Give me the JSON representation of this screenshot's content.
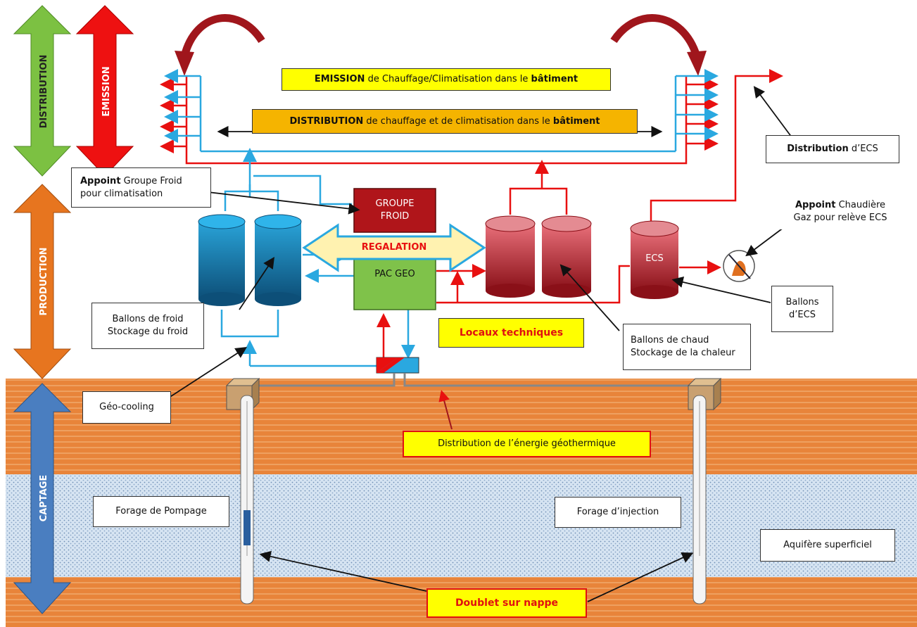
{
  "arrows": {
    "distribution": "DISTRIBUTION",
    "emission": "EMISSION",
    "production": "PRODUCTION",
    "captage": "CAPTAGE"
  },
  "banners": {
    "emission_bold": "EMISSION",
    "emission_rest": " de Chauffage/Climatisation dans le ",
    "emission_end": "bâtiment",
    "distribution_bold": "DISTRIBUTION",
    "distribution_rest": " de chauffage et de climatisation dans le ",
    "distribution_end": "bâtiment"
  },
  "units": {
    "groupe_froid": "GROUPE FROID",
    "regalation": "REGALATION",
    "pac_geo": "PAC GEO",
    "ecs": "ECS",
    "locaux": "Locaux techniques"
  },
  "labels": {
    "appoint_gf_bold": "Appoint",
    "appoint_gf_rest": " Groupe Froid",
    "appoint_gf_line2": "pour climatisation",
    "ballons_froid_1": "Ballons de froid",
    "ballons_froid_2": "Stockage du froid",
    "geo_cooling": "Géo-cooling",
    "distribution_geo": "Distribution de l’énergie géothermique",
    "ballons_chaud_1": "Ballons de chaud",
    "ballons_chaud_2": "Stockage de la chaleur",
    "distribution_ecs_bold": "Distribution",
    "distribution_ecs_rest": " d’ECS",
    "appoint_ch_bold": "Appoint",
    "appoint_ch_rest": " Chaudière",
    "appoint_ch_line2": "Gaz pour relève ECS",
    "ballons_ecs_1": "Ballons",
    "ballons_ecs_2": "d’ECS",
    "forage_pompage": "Forage de Pompage",
    "forage_injection": "Forage d’injection",
    "aquifere": "Aquifère superficiel",
    "doublet": "Doublet sur nappe"
  },
  "colors": {
    "hot": "#e81010",
    "cold": "#2aa8e0",
    "ground": "#e8843a",
    "aquifer": "#c9dcef",
    "tank_cold": "#1f7fb0",
    "tank_hot": "#b8202a",
    "groupe_froid": "#b0151a",
    "pac": "#7fc24a"
  }
}
